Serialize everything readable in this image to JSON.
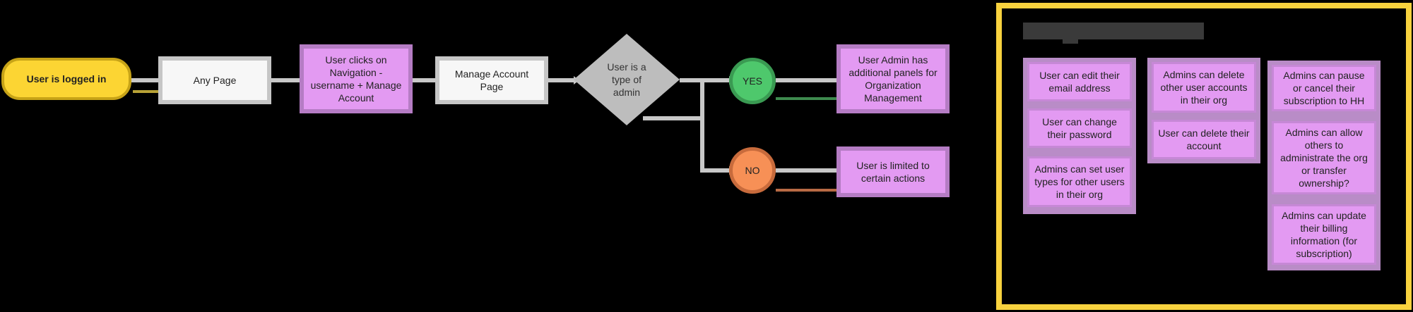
{
  "flow": {
    "start": "User is logged in",
    "any_page": "Any Page",
    "user_clicks": "User clicks on Navigation - username + Manage Account",
    "manage_account": "Manage Account Page",
    "decision": "User is a type of admin",
    "yes": "YES",
    "no": "NO",
    "admin_result": "User Admin has additional panels for Organization Management",
    "limited_result": "User is limited to certain actions"
  },
  "panel": {
    "title": "",
    "column1": [
      "User can edit their email address",
      "User can change their password",
      "Admins can set user types for other users in their org"
    ],
    "column2": [
      "Admins can delete other user accounts in their org",
      "User can delete their account"
    ],
    "column3": [
      "Admins can pause or cancel their subscription to HH",
      "Admins can allow others to administrate the org or transfer ownership?",
      "Admins can update their billing information (for subscription)"
    ]
  },
  "colors": {
    "background": "#000000",
    "start_fill": "#fcd533",
    "process_fill": "#f7f7f7",
    "action_fill": "#e39af2",
    "decision_fill": "#bdbdbd",
    "yes_fill": "#4ec86c",
    "no_fill": "#f79056",
    "panel_border": "#f8d23e",
    "connector": "#c8c8c8"
  }
}
